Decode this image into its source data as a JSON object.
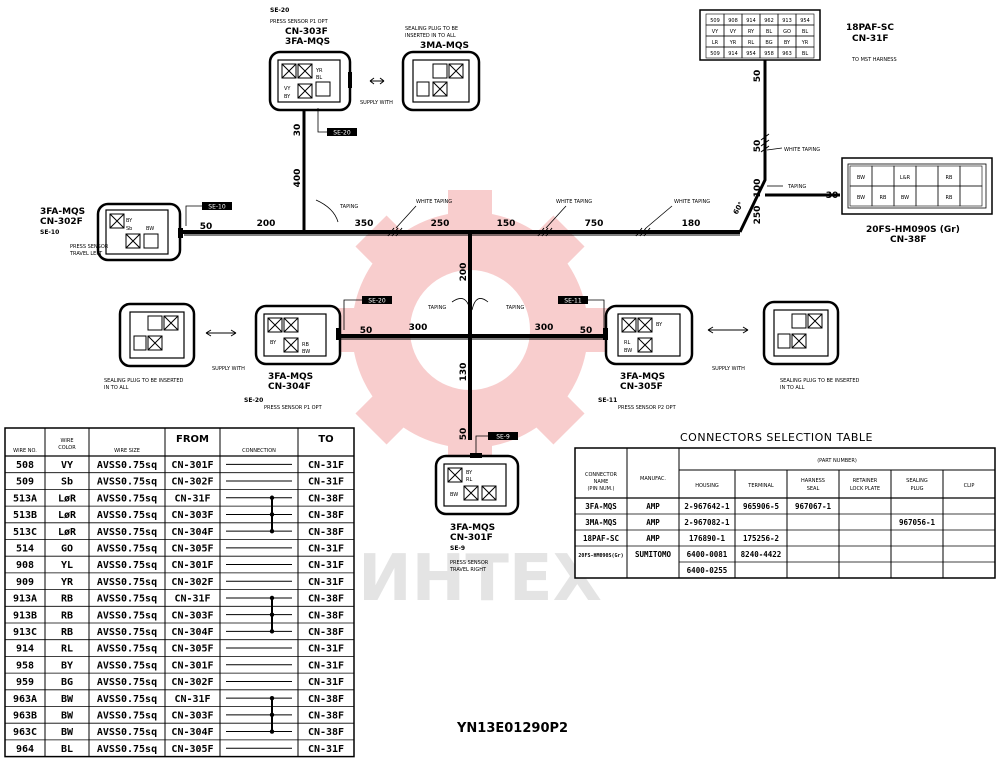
{
  "drawing": {
    "number": "YN13E01290P2",
    "watermark_text": "ИНТЕХ"
  },
  "connectors": {
    "cn303": {
      "tag": "SE-20",
      "note": "PRESS SENSOR P1 OPT",
      "name": "CN-303F",
      "type": "3FA-MQS",
      "flag": "SE-20"
    },
    "plug_top": {
      "note1": "SEALING PLUG TO BE",
      "note2": "INSERTED IN TO ALL",
      "type": "3MA-MQS",
      "supply": "SUPPLY WITH"
    },
    "cn302": {
      "type": "3FA-MQS",
      "name": "CN-302F",
      "tag": "SE-10",
      "note1": "PRESS SENSOR",
      "note2": "TRAVEL LEFT",
      "flag": "SE-10"
    },
    "cn304": {
      "type": "3FA-MQS",
      "name": "CN-304F",
      "tag": "SE-20",
      "note": "PRESS SENSOR P1 OPT",
      "flag": "SE-20"
    },
    "cn305": {
      "type": "3FA-MQS",
      "name": "CN-305F",
      "tag": "SE-11",
      "note": "PRESS SENSOR P2 OPT",
      "flag": "SE-11"
    },
    "cn301": {
      "type": "3FA-MQS",
      "name": "CN-301F",
      "tag": "SE-9",
      "note1": "PRESS SENSOR",
      "note2": "TRAVEL RIGHT",
      "flag": "SE-9"
    },
    "plug_left": {
      "note1": "SEALING PLUG TO BE INSERTED",
      "note2": "IN TO ALL",
      "supply": "SUPPLY WITH"
    },
    "plug_right": {
      "note1": "SEALING PLUG TO BE INSERTED",
      "note2": "IN TO ALL",
      "supply": "SUPPLY WITH"
    },
    "cn31": {
      "type": "18PAF-SC",
      "name": "CN-31F",
      "note": "TO MST HARNESS"
    },
    "cn38": {
      "type": "20FS-HM090S (Gr)",
      "name": "CN-38F"
    }
  },
  "pin_labels": {
    "cn303": [
      "VY",
      "BY",
      "YR",
      "BL"
    ],
    "cn302": [
      "BY",
      "Sb",
      "BW"
    ],
    "cn304": [
      "BY",
      "RB",
      "BW"
    ],
    "cn305": [
      "BY",
      "RL",
      "BW"
    ],
    "cn301": [
      "BY",
      "RL",
      "BW"
    ],
    "cn31_row1": [
      "509",
      "908",
      "914",
      "962",
      "913",
      "954"
    ],
    "cn31_row2": [
      "VY",
      "VY",
      "RY",
      "BL",
      "GO",
      "BL"
    ],
    "cn31_row3": [
      "LR",
      "YR",
      "RL",
      "BG",
      "BY",
      "YR"
    ],
    "cn31_row4": [
      "509",
      "914",
      "954",
      "958",
      "963",
      "BL"
    ],
    "cn38_row1": [
      "BW",
      "",
      "L&R",
      "",
      "RB",
      ""
    ],
    "cn38_row2": [
      "BW",
      "RB",
      "BW",
      "",
      "RB",
      ""
    ]
  },
  "harness": {
    "dims": [
      "200",
      "350",
      "250",
      "150",
      "750",
      "180",
      "50",
      "400",
      "30",
      "50",
      "50",
      "100",
      "30",
      "250",
      "200",
      "300",
      "300",
      "50",
      "50",
      "130",
      "50"
    ],
    "taping": [
      "TAPING",
      "WHITE TAPING",
      "WHITE TAPING",
      "WHITE TAPING",
      "TAPING",
      "TAPING",
      "TAPING",
      "WHITE TAPING"
    ],
    "angle": "60°"
  },
  "wire_table": {
    "headers": [
      "WIRE NO.",
      "WIRE COLOR",
      "WIRE SIZE",
      "FROM",
      "CONNECTION",
      "TO"
    ],
    "rows": [
      [
        "508",
        "VY",
        "AVSS0.75sq",
        "CN-301F",
        "",
        "CN-31F"
      ],
      [
        "509",
        "Sb",
        "AVSS0.75sq",
        "CN-302F",
        "",
        "CN-31F"
      ],
      [
        "513A",
        "LøR",
        "AVSS0.75sq",
        "CN-31F",
        "",
        "CN-38F"
      ],
      [
        "513B",
        "LøR",
        "AVSS0.75sq",
        "CN-303F",
        "",
        "CN-38F"
      ],
      [
        "513C",
        "LøR",
        "AVSS0.75sq",
        "CN-304F",
        "",
        "CN-38F"
      ],
      [
        "514",
        "GO",
        "AVSS0.75sq",
        "CN-305F",
        "",
        "CN-31F"
      ],
      [
        "908",
        "YL",
        "AVSS0.75sq",
        "CN-301F",
        "",
        "CN-31F"
      ],
      [
        "909",
        "YR",
        "AVSS0.75sq",
        "CN-302F",
        "",
        "CN-31F"
      ],
      [
        "913A",
        "RB",
        "AVSS0.75sq",
        "CN-31F",
        "",
        "CN-38F"
      ],
      [
        "913B",
        "RB",
        "AVSS0.75sq",
        "CN-303F",
        "",
        "CN-38F"
      ],
      [
        "913C",
        "RB",
        "AVSS0.75sq",
        "CN-304F",
        "",
        "CN-38F"
      ],
      [
        "914",
        "RL",
        "AVSS0.75sq",
        "CN-305F",
        "",
        "CN-31F"
      ],
      [
        "958",
        "BY",
        "AVSS0.75sq",
        "CN-301F",
        "",
        "CN-31F"
      ],
      [
        "959",
        "BG",
        "AVSS0.75sq",
        "CN-302F",
        "",
        "CN-31F"
      ],
      [
        "963A",
        "BW",
        "AVSS0.75sq",
        "CN-31F",
        "",
        "CN-38F"
      ],
      [
        "963B",
        "BW",
        "AVSS0.75sq",
        "CN-303F",
        "",
        "CN-38F"
      ],
      [
        "963C",
        "BW",
        "AVSS0.75sq",
        "CN-304F",
        "",
        "CN-38F"
      ],
      [
        "964",
        "BL",
        "AVSS0.75sq",
        "CN-305F",
        "",
        "CN-31F"
      ]
    ],
    "splice_groups": [
      [
        2,
        3,
        4
      ],
      [
        8,
        9,
        10
      ],
      [
        14,
        15,
        16
      ]
    ]
  },
  "selection_table": {
    "title": "CONNECTORS SELECTION TABLE",
    "part_number_header": "(PART NUMBER)",
    "col_connector": "CONNECTOR NAME (PIN NUM.)",
    "col_manufac": "MANUFAC.",
    "sub_headers": [
      "HOUSING",
      "TERMINAL",
      "HARNESS SEAL",
      "RETAINER LOCK PLATE",
      "SEALING PLUG",
      "CLIP"
    ],
    "rows": [
      [
        "3FA-MQS",
        "AMP",
        "2-967642-1",
        "965906-5",
        "967067-1",
        "",
        "",
        ""
      ],
      [
        "3MA-MQS",
        "AMP",
        "2-967082-1",
        "",
        "",
        "",
        "967056-1",
        ""
      ],
      [
        "18PAF-SC",
        "AMP",
        "176890-1",
        "175256-2",
        "",
        "",
        "",
        ""
      ],
      [
        "20FS-HM090S(Gr)",
        "SUMITOMO",
        "6400-0081",
        "8240-4422",
        "",
        "",
        "",
        ""
      ],
      [
        "",
        "",
        "6400-0255",
        "",
        "",
        "",
        "",
        ""
      ]
    ]
  }
}
